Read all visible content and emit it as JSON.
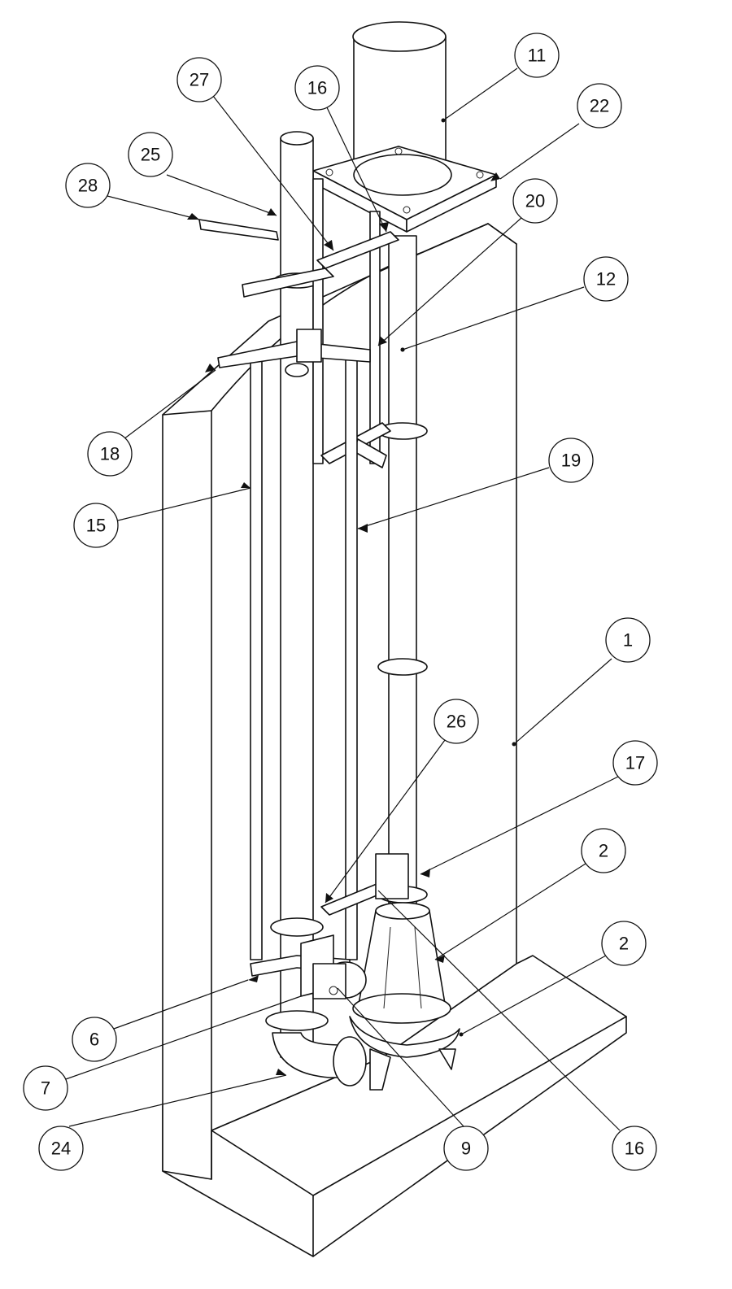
{
  "callouts": [
    {
      "id": "c11",
      "label": "11"
    },
    {
      "id": "c22",
      "label": "22"
    },
    {
      "id": "c16a",
      "label": "16"
    },
    {
      "id": "c27",
      "label": "27"
    },
    {
      "id": "c25",
      "label": "25"
    },
    {
      "id": "c28",
      "label": "28"
    },
    {
      "id": "c20",
      "label": "20"
    },
    {
      "id": "c12",
      "label": "12"
    },
    {
      "id": "c18",
      "label": "18"
    },
    {
      "id": "c19",
      "label": "19"
    },
    {
      "id": "c15",
      "label": "15"
    },
    {
      "id": "c1",
      "label": "1"
    },
    {
      "id": "c26",
      "label": "26"
    },
    {
      "id": "c17",
      "label": "17"
    },
    {
      "id": "c2a",
      "label": "2"
    },
    {
      "id": "c2b",
      "label": "2"
    },
    {
      "id": "c6",
      "label": "6"
    },
    {
      "id": "c7",
      "label": "7"
    },
    {
      "id": "c24",
      "label": "24"
    },
    {
      "id": "c9",
      "label": "9"
    },
    {
      "id": "c16b",
      "label": "16"
    }
  ]
}
